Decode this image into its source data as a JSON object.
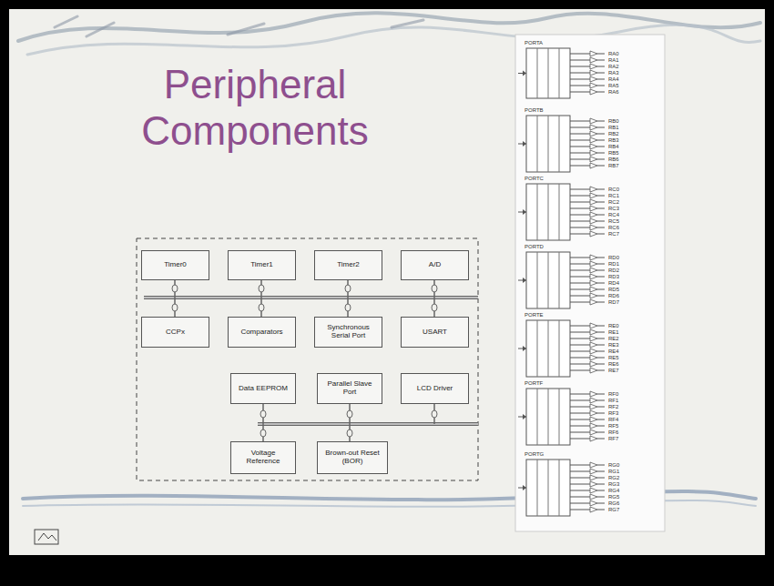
{
  "diagram": {
    "title": "Peripheral Components",
    "nodes": [
      {
        "text": [
          "Timer0"
        ]
      },
      {
        "text": [
          "Timer1"
        ]
      },
      {
        "text": [
          "Timer2"
        ]
      },
      {
        "text": [
          "A/D"
        ]
      },
      {
        "text": [
          "CCPx"
        ]
      },
      {
        "text": [
          "Comparators"
        ]
      },
      {
        "text": [
          "Synchronous Serial Port"
        ]
      },
      {
        "text": [
          "USART"
        ]
      },
      {
        "text": [
          "Data EEPROM"
        ]
      },
      {
        "text": [
          "Parallel Slave Port"
        ]
      },
      {
        "text": [
          "LCD Driver"
        ]
      },
      {
        "text": [
          "Voltage Reference"
        ]
      },
      {
        "text": [
          "Brown-out Reset (BOR)"
        ]
      }
    ],
    "labels": [
      "PORTA",
      "RA0",
      "RA1",
      "RA2",
      "RA3",
      "RA4",
      "RA5",
      "RA6",
      "PORTB",
      "RB0",
      "RB1",
      "RB2",
      "RB3",
      "RB4",
      "RB5",
      "RB6",
      "RB7",
      "PORTC",
      "RC0",
      "RC1",
      "RC2",
      "RC3",
      "RC4",
      "RC5",
      "RC6",
      "RC7",
      "PORTD",
      "RD0",
      "RD1",
      "RD2",
      "RD3",
      "RD4",
      "RD5",
      "RD6",
      "RD7",
      "PORTE",
      "RE0",
      "RE1",
      "RE2",
      "RE3",
      "RE4",
      "RE5",
      "RE6",
      "RE7",
      "PORTF",
      "RF0",
      "RF1",
      "RF2",
      "RF3",
      "RF4",
      "RF5",
      "RF6",
      "RF7",
      "PORTG",
      "RG0",
      "RG1",
      "RG2",
      "RG3",
      "RG4",
      "RG5",
      "RG6",
      "RG7"
    ]
  }
}
